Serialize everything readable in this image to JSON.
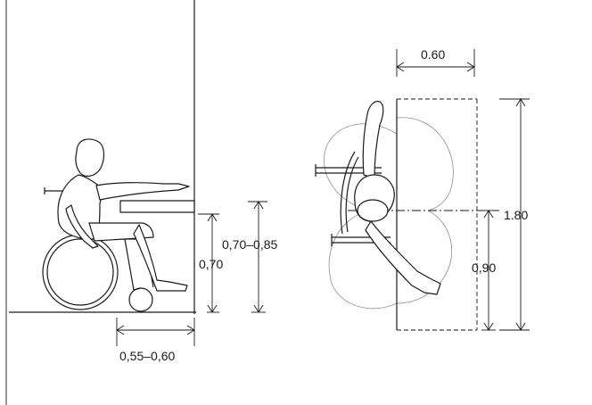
{
  "labels": {
    "side_reach_height": "0,70–0,85",
    "side_table_height": "0,70",
    "side_knee_depth": "0,55–0,60",
    "plan_width": "0.60",
    "plan_total_length": "1.80",
    "plan_half_length": "0,90"
  },
  "colors": {
    "line": "#1a1a1a",
    "turning_circle": "#9a9a9a",
    "background": "#ffffff"
  }
}
